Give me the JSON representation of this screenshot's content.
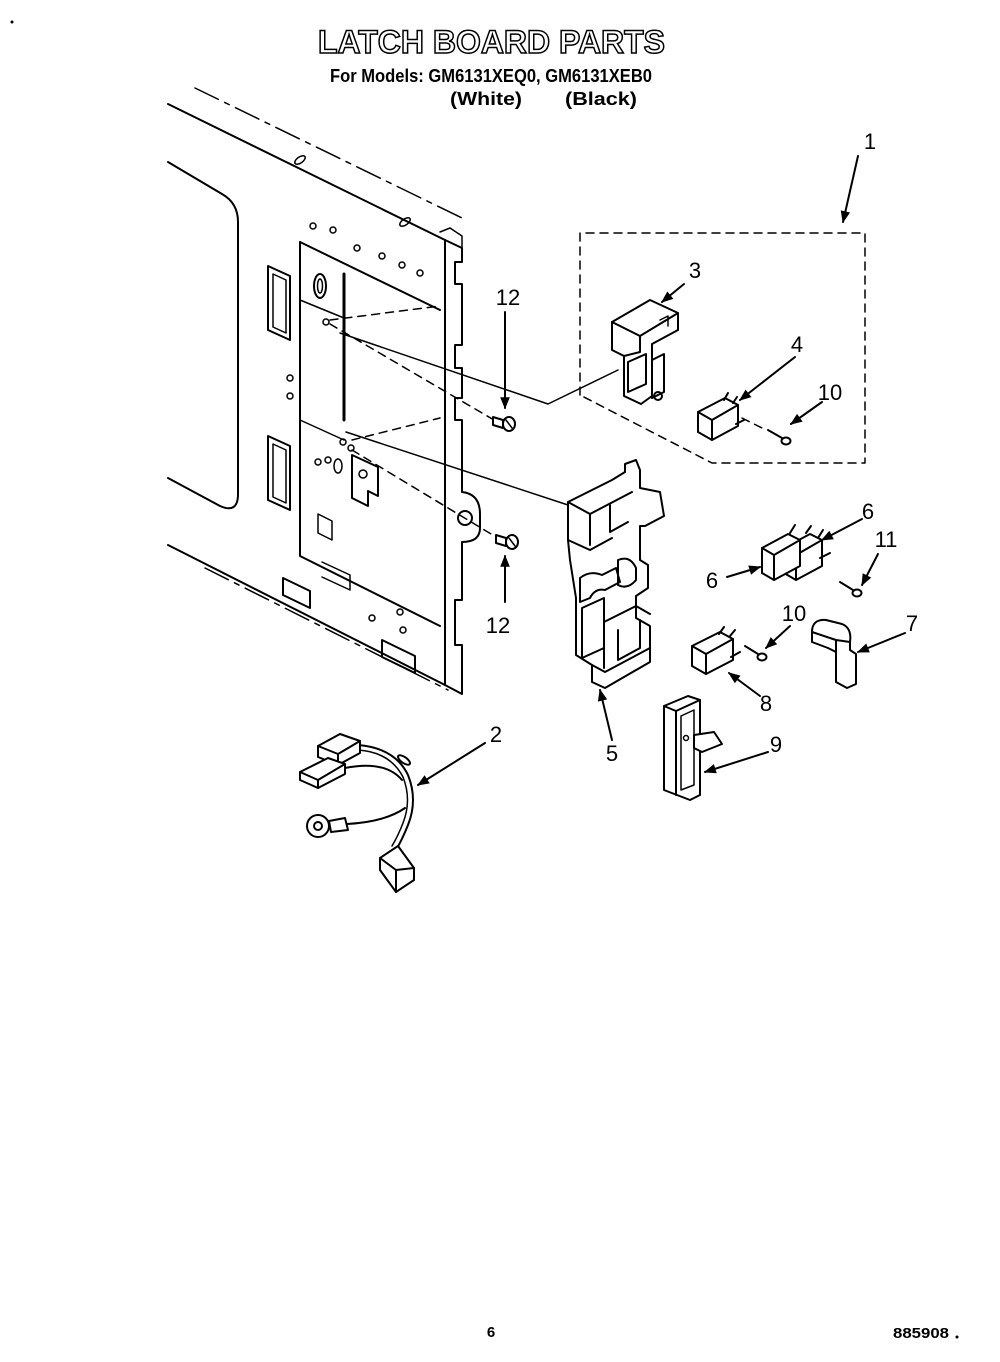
{
  "header": {
    "title": "LATCH BOARD PARTS",
    "models_line": "For Models: GM6131XEQ0, GM6131XEB0",
    "color_labels": [
      "(White)",
      "(Black)"
    ]
  },
  "callouts": [
    "1",
    "3",
    "4",
    "10",
    "12",
    "12",
    "6",
    "6",
    "11",
    "10",
    "7",
    "8",
    "9",
    "2",
    "5"
  ],
  "footer": {
    "page_number": "6",
    "doc_code": "885908"
  },
  "colors": {
    "ink": "#000000",
    "paper": "#ffffff"
  }
}
